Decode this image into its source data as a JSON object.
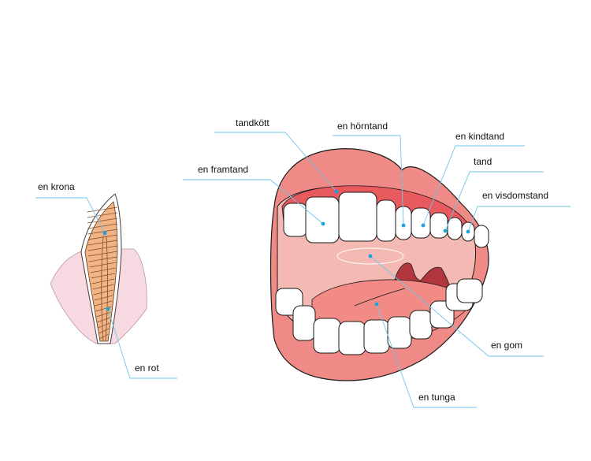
{
  "diagram": {
    "colors": {
      "leader_line": "#6ec6ea",
      "point_marker": "#1aa3e0",
      "lips": "#ef8a86",
      "gum": "#e85a5e",
      "mouth_interior": "#f4b9b2",
      "tongue": "#f28b86",
      "uvula": "#b2363d",
      "tooth_fill": "#ffffff",
      "tooth_outline": "#1a1a1a",
      "root_canal_fill": "#f2b385",
      "jaw_shadow": "#f7d9e2"
    },
    "labels": {
      "crown": "en krona",
      "root": "en rot",
      "gum_top": "tandkött",
      "front_tooth": "en framtand",
      "canine": "en hörntand",
      "molar": "en kindtand",
      "tooth": "tand",
      "wisdom_tooth": "en visdomstand",
      "palate": "en gom",
      "tongue": "en tunga"
    }
  }
}
